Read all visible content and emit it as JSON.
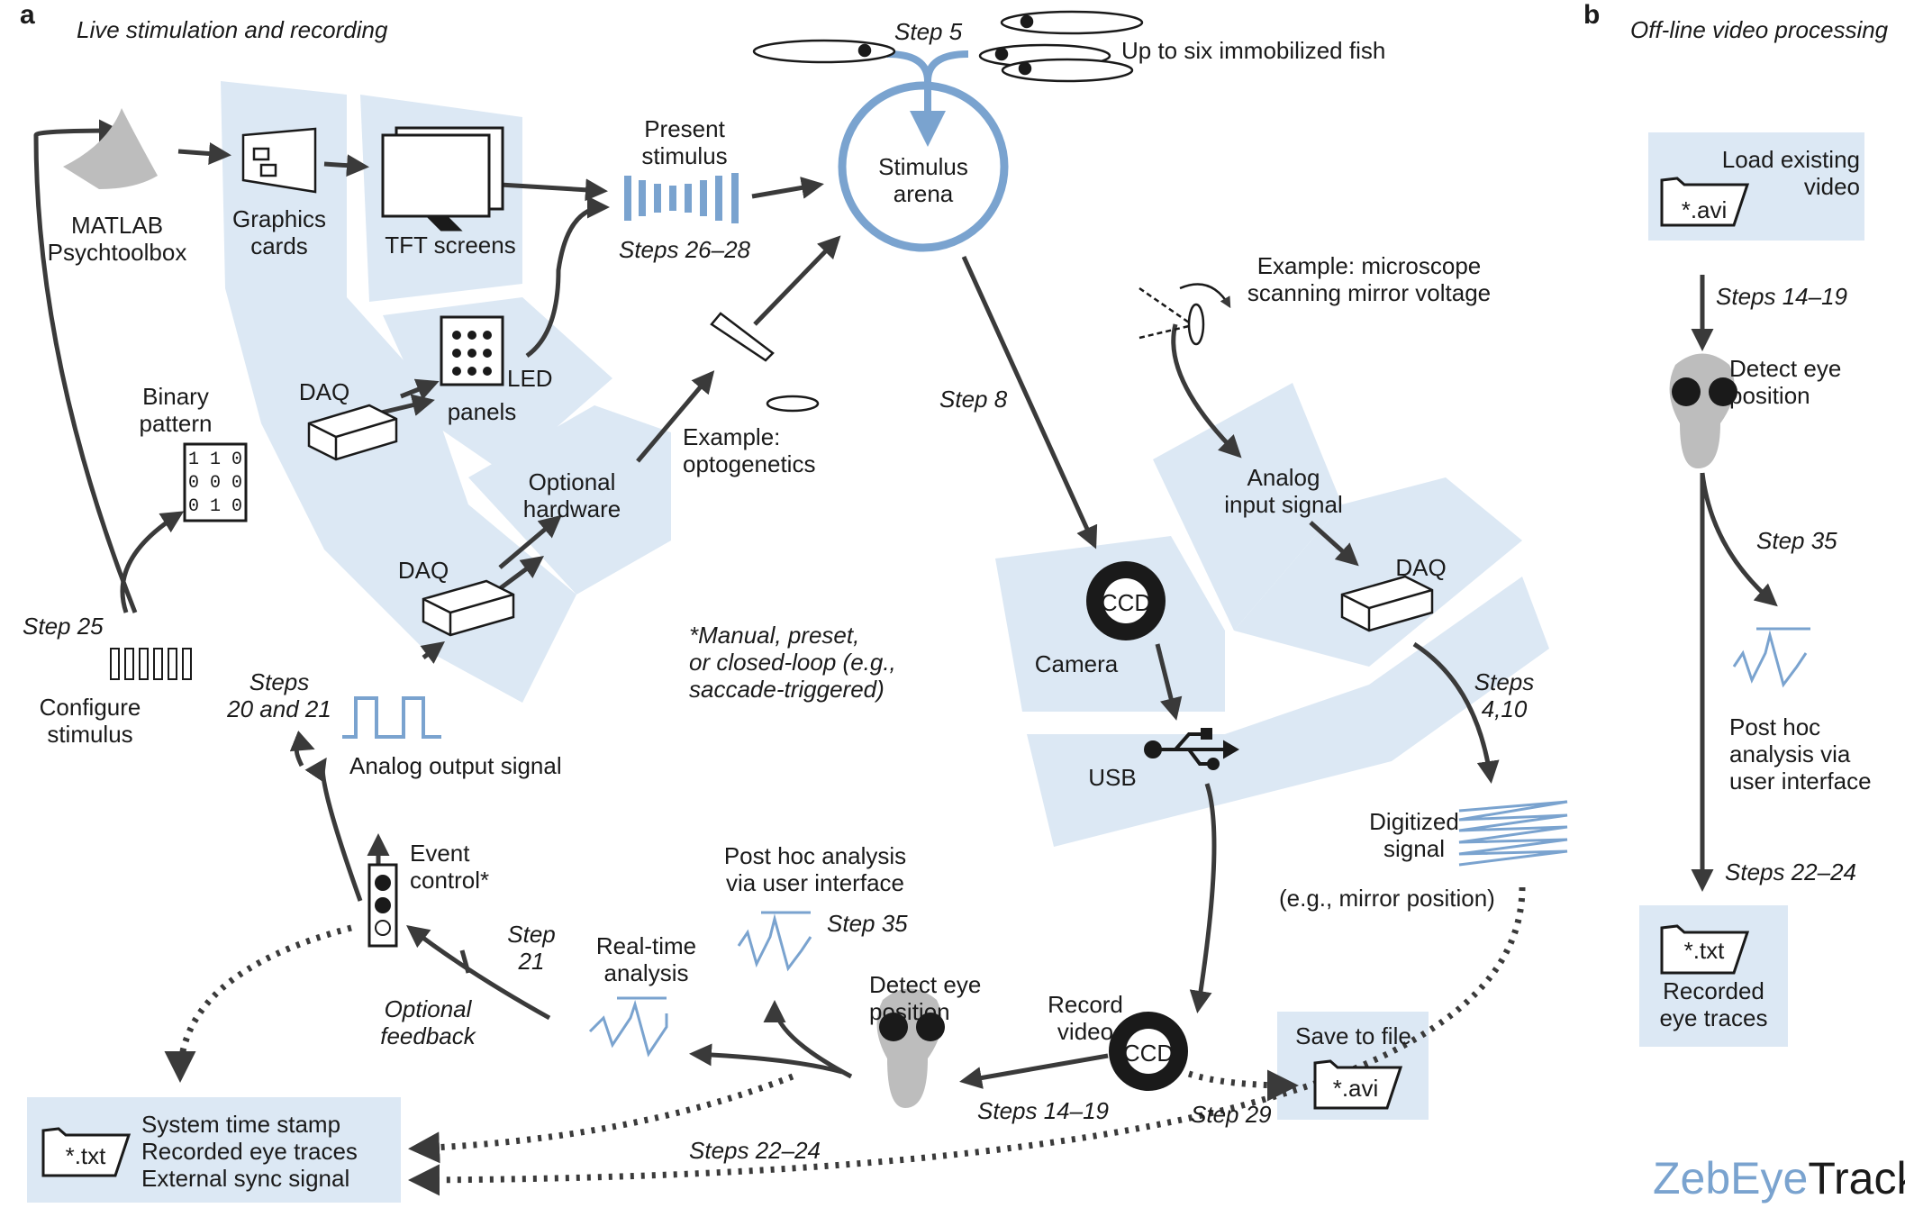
{
  "panel_a": {
    "letter": "a",
    "title": "Live stimulation and recording"
  },
  "panel_b": {
    "letter": "b",
    "title": "Off-line video processing",
    "load_video": "Load existing\nvideo",
    "avi_label": "*.avi",
    "steps_14_19": "Steps 14–19",
    "detect_eye": "Detect eye\nposition",
    "step_35": "Step 35",
    "post_hoc": "Post hoc\nanalysis via\nuser interface",
    "steps_22_24": "Steps 22–24",
    "txt_label": "*.txt",
    "recorded_traces": "Recorded\neye traces"
  },
  "labels": {
    "matlab": "MATLAB\nPsychtoolbox",
    "graphics_cards": "Graphics\ncards",
    "tft_screens": "TFT screens",
    "present_stimulus": "Present\nstimulus",
    "steps_26_28": "Steps 26–28",
    "step_5": "Step 5",
    "immobilized_fish": "Up to six immobilized fish",
    "stimulus_arena": "Stimulus\narena",
    "daq_top": "DAQ",
    "binary_pattern": "Binary\npattern",
    "binary_digits": "1 1 0\n0 0 0\n0 1 0",
    "led": "LED",
    "panels": "panels",
    "example_optogenetics": "Example:\noptogenetics",
    "optional_hardware": "Optional\nhardware",
    "daq_mid": "DAQ",
    "step_25": "Step 25",
    "configure_stimulus": "Configure\nstimulus",
    "steps_20_21": "Steps\n20 and 21",
    "analog_output": "Analog output signal",
    "footnote": "*Manual, preset,\nor closed-loop (e.g.,\nsaccade-triggered)",
    "step_8": "Step 8",
    "example_microscope": "Example: microscope\nscanning mirror voltage",
    "analog_input": "Analog\ninput signal",
    "daq_right": "DAQ",
    "ccd": "CCD",
    "camera": "Camera",
    "usb": "USB",
    "steps_4_10": "Steps\n4,10",
    "digitized_signal": "Digitized\nsignal",
    "mirror_position": "(e.g., mirror position)",
    "event_control": "Event\ncontrol*",
    "step_21": "Step\n21",
    "optional_feedback": "Optional\nfeedback",
    "realtime_analysis": "Real-time\nanalysis",
    "post_hoc_analysis": "Post hoc analysis\nvia user interface",
    "step_35": "Step 35",
    "detect_eye_position": "Detect eye\nposition",
    "record_video": "Record\nvideo",
    "ccd_record": "CCD",
    "save_to_file": "Save to file",
    "avi_file": "*.avi",
    "steps_14_19": "Steps 14–19",
    "step_29": "Step 29",
    "steps_22_24": "Steps 22–24",
    "txt_file": "*.txt",
    "output_list": "System time stamp\nRecorded eye traces\nExternal sync signal"
  },
  "brand": {
    "part1": "ZebEye",
    "part2": "Track"
  },
  "colors": {
    "panel_fill": "#dce8f4",
    "accent_blue": "#7aa3cf",
    "arrow": "#3a3a3a",
    "fish_gray": "#bdbdbd"
  }
}
